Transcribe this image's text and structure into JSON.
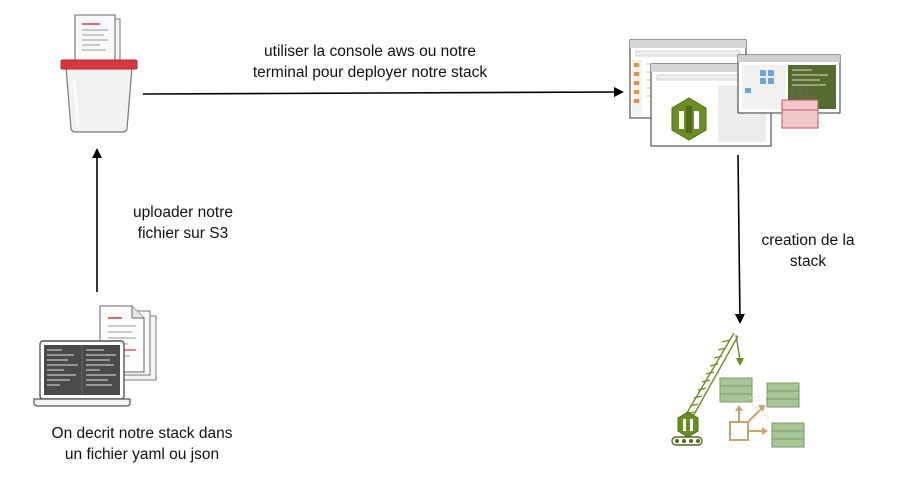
{
  "edges": {
    "deploy": {
      "line1": "utiliser la console aws ou notre",
      "line2": "terminal pour deployer notre stack"
    },
    "upload": {
      "line1": "uploader notre",
      "line2": "fichier sur S3"
    },
    "create": {
      "line1": "creation de la",
      "line2": "stack"
    }
  },
  "nodes": {
    "laptop": {
      "caption_line1": "On decrit notre stack dans",
      "caption_line2": "un fichier yaml ou json",
      "icon": "laptop-with-files-icon"
    },
    "s3_bucket": {
      "icon": "s3-bucket-icon"
    },
    "console": {
      "icon": "aws-console-windows-icon"
    },
    "stack": {
      "icon": "crane-building-stack-icon"
    }
  },
  "colors": {
    "bucket_red": "#d9363e",
    "cloudformation_green": "#6b8e23",
    "stack_green": "#9fbf8a",
    "stack_tan": "#c9a46a",
    "line": "#000000"
  }
}
